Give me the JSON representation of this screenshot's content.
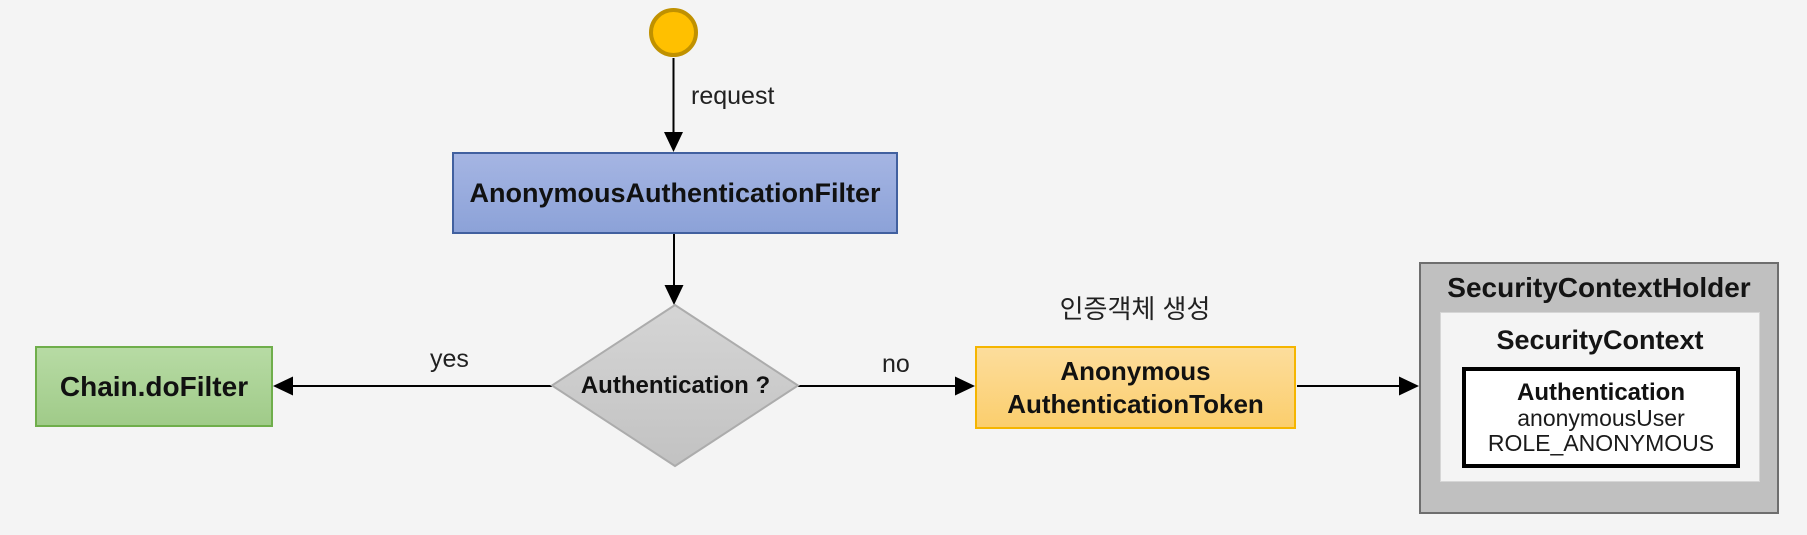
{
  "diagram": {
    "title_semantic": "AnonymousAuthenticationFilter flow",
    "background_color": "#F4F4F4",
    "edge_labels": {
      "request": "request",
      "yes": "yes",
      "no": "no"
    },
    "annotation": {
      "korean_note": "인증객체 생성"
    },
    "nodes": {
      "start": {
        "type": "circle",
        "fill": "#FFC000",
        "border": "#C09100"
      },
      "filter": {
        "label": "AnonymousAuthenticationFilter",
        "fill": "#8FAADC",
        "border": "#41609F"
      },
      "decision": {
        "label": "Authentication ?",
        "fill": "#CCCCCC",
        "border": "#ACACAC"
      },
      "chain": {
        "label": "Chain.doFilter",
        "fill": "#A9D18E",
        "border": "#6FAE4B"
      },
      "token": {
        "label_line1": "Anonymous",
        "label_line2": "AuthenticationToken",
        "fill": "#FFD966",
        "border": "#F5B500"
      },
      "holder": {
        "label": "SecurityContextHolder",
        "fill": "#C0C0C0",
        "border": "#6E6E6E"
      },
      "context": {
        "label": "SecurityContext",
        "fill": "#F4F4F4"
      },
      "authentication": {
        "label": "Authentication",
        "principal": "anonymousUser",
        "authority": "ROLE_ANONYMOUS",
        "fill": "#FFFFFF",
        "border": "#000000"
      }
    }
  }
}
